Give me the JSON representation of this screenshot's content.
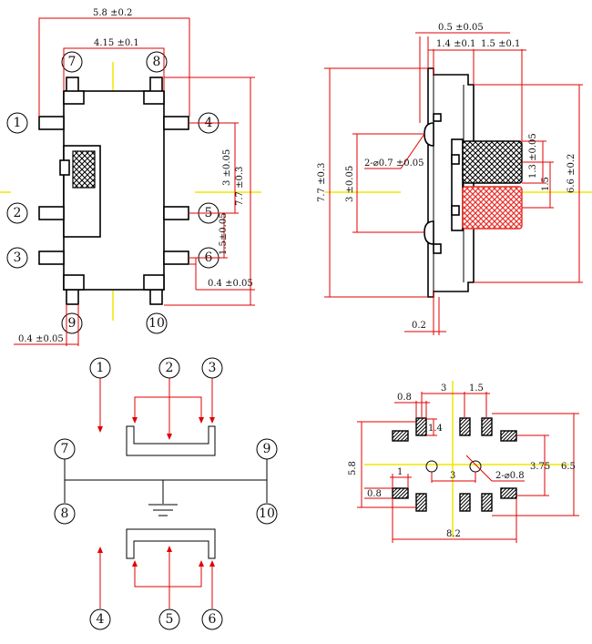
{
  "colors": {
    "dimension": "#e00000",
    "outline": "#000000",
    "centerline": "#f2e600",
    "knob_on": "#e8322c"
  },
  "top_view": {
    "overall_width": "5.8 ±0.2",
    "pin_span": "4.15 ±0.1",
    "pitch_a": "3 ±0.05",
    "height": "7.7 ±0.3",
    "pitch_b": "1.5±0.05",
    "pad_width_right": "0.4 ±0.05",
    "pad_width_bottom": "0.4 ±0.05",
    "pins": [
      "1",
      "2",
      "3",
      "4",
      "5",
      "6",
      "7",
      "8",
      "9",
      "10"
    ]
  },
  "side_view": {
    "dim_a": "0.5 ±0.05",
    "dim_b": "1.4 ±0.1",
    "dim_c": "1.5 ±0.1",
    "hole_note": "2-⌀0.7 ±0.05",
    "dim_1_3": "1.3 ±0.05",
    "dim_1_5": "1.5",
    "dim_6_6": "6.6 ±0.2",
    "dim_7_7": "7.7 ±0.3",
    "dim_3": "3 ±0.05",
    "dim_0_2": "0.2"
  },
  "schematic": {
    "pins": [
      "1",
      "2",
      "3",
      "4",
      "5",
      "6",
      "7",
      "8",
      "9",
      "10"
    ]
  },
  "footprint": {
    "dim_3_top": "3",
    "dim_1_5_top": "1.5",
    "dim_0_8_top": "0.8",
    "dim_1_4": "1.4",
    "dim_5_8": "5.8",
    "dim_3_75": "3.75",
    "dim_6_5": "6.5",
    "dim_1": "1",
    "dim_3_mid": "3",
    "hole_note": "2-⌀0.8",
    "dim_0_8_left": "0.8",
    "dim_8_2": "8.2"
  }
}
